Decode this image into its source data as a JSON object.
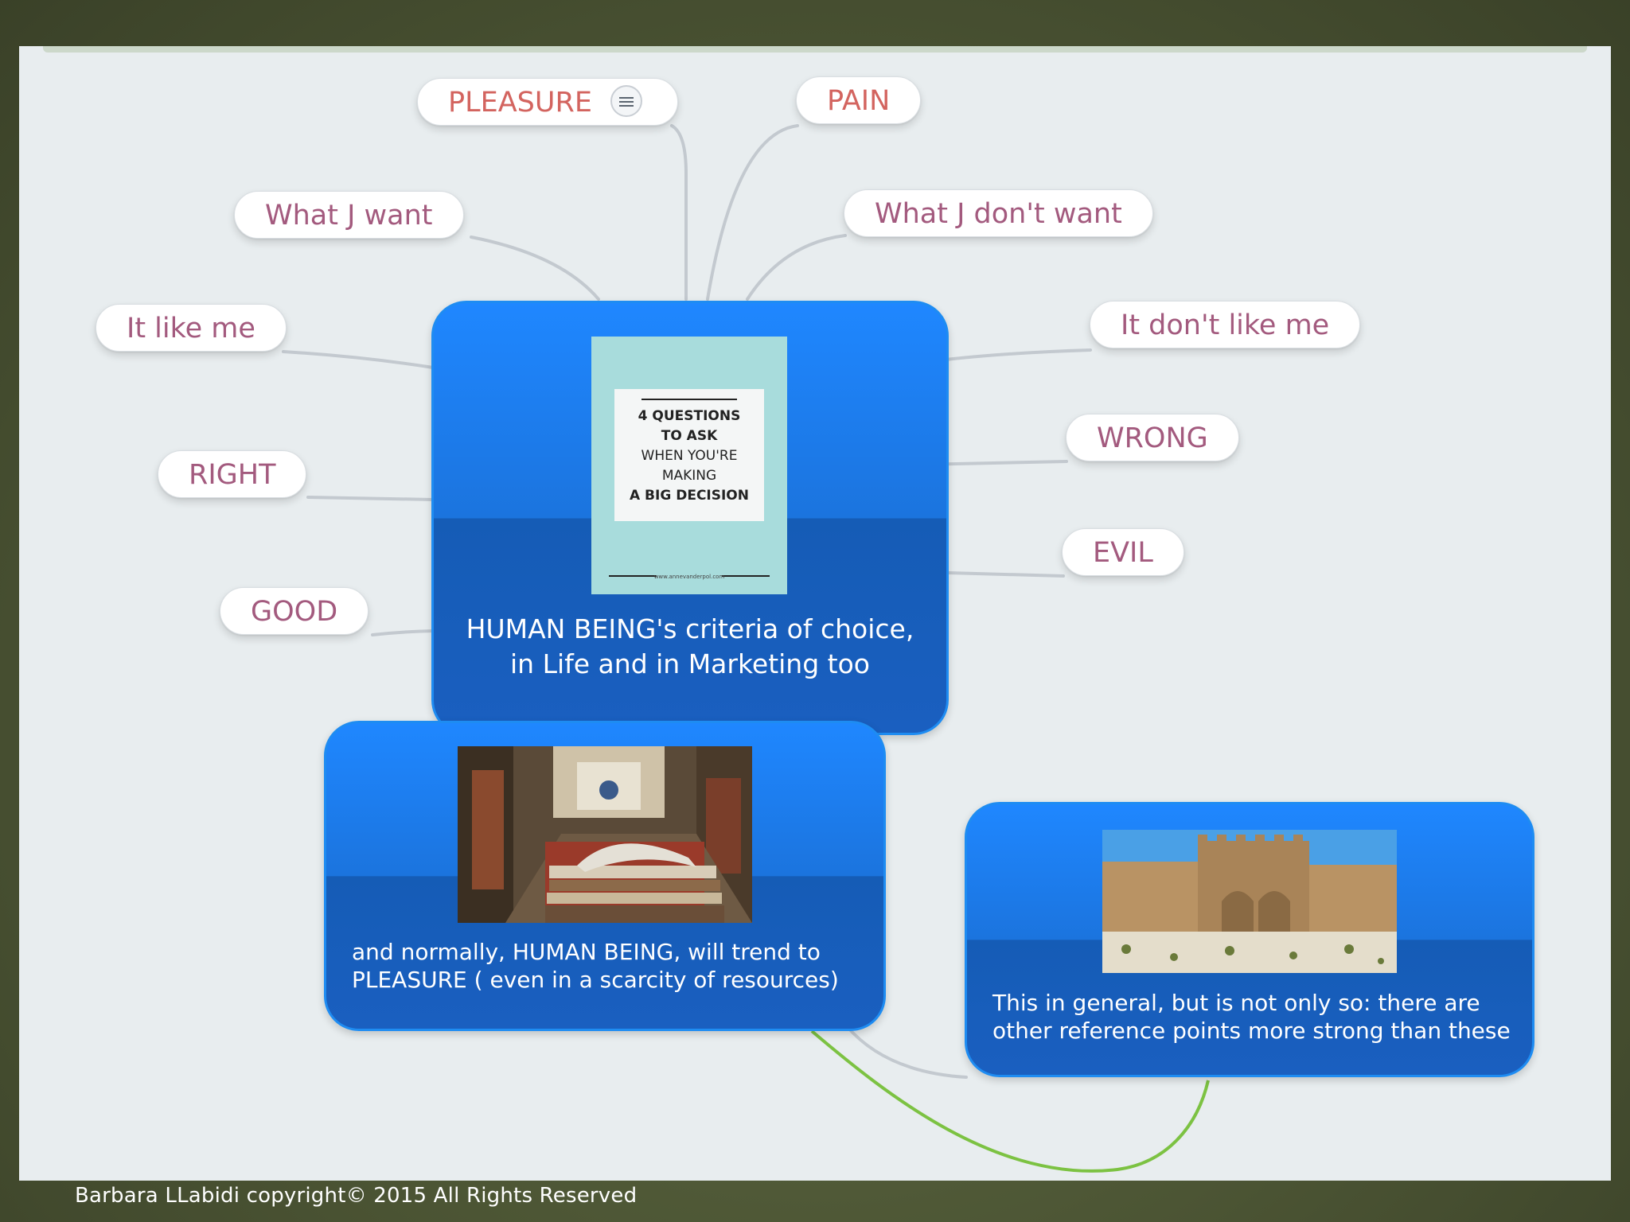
{
  "mindmap": {
    "central": {
      "title": "HUMAN BEING's criteria of choice, in Life and in Marketing too",
      "image": {
        "line1": "4 QUESTIONS",
        "line2": "TO ASK",
        "line3": "WHEN YOU'RE",
        "line4": "MAKING",
        "line5": "A BIG DECISION",
        "url": "www.annevanderpol.com"
      }
    },
    "branches_left": [
      {
        "label": "PLEASURE"
      },
      {
        "label": "What J want"
      },
      {
        "label": "It like me"
      },
      {
        "label": "RIGHT"
      },
      {
        "label": "GOOD"
      }
    ],
    "branches_right": [
      {
        "label": "PAIN"
      },
      {
        "label": "What J don't want"
      },
      {
        "label": "It don't like me"
      },
      {
        "label": "WRONG"
      },
      {
        "label": "EVIL"
      }
    ],
    "sub_node_1": {
      "text": "and normally, HUMAN BEING, will trend to PLEASURE ( even in a scarcity of resources)"
    },
    "sub_node_2": {
      "text": "This in general, but is not only so: there are other reference points more strong than these"
    }
  },
  "colors": {
    "node_blue": "#1f87ff",
    "pill_text": "#a35a7e",
    "pleasure_text": "#d3645f",
    "arrow_green": "#7cc242",
    "connector_gray": "#c3c9cf"
  },
  "footer": {
    "copyright": "Barbara LLabidi copyright© 2015 All Rights Reserved"
  }
}
